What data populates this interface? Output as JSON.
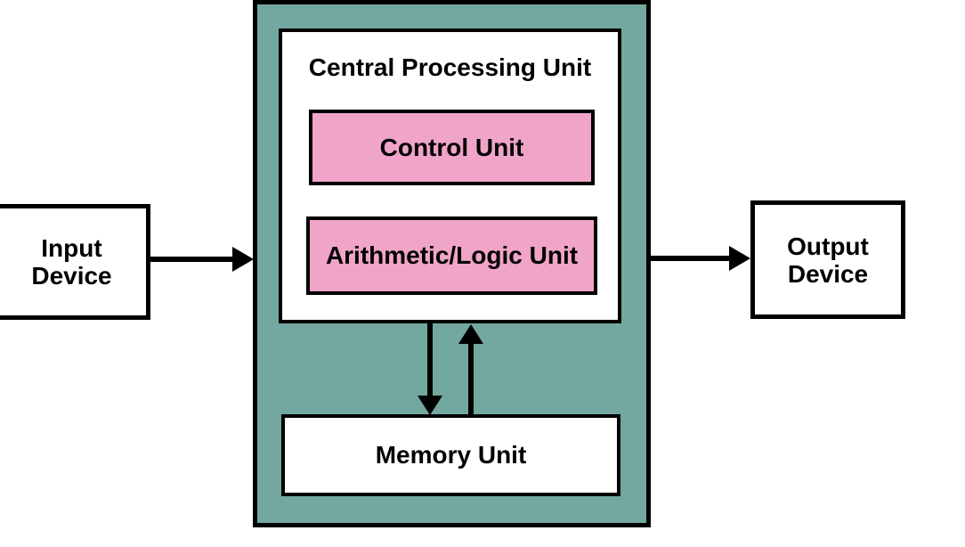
{
  "diagram": {
    "cpu": {
      "title": "Central Processing Unit",
      "control_unit_label": "Control Unit",
      "alu_label": "Arithmetic/Logic Unit",
      "memory_unit_label": "Memory Unit"
    },
    "input_device": {
      "label": "Input Device",
      "lines": [
        "Input",
        "Device"
      ]
    },
    "output_device": {
      "label": "Output Device",
      "lines": [
        "Output",
        "Device"
      ]
    },
    "edges": [
      {
        "from": "Input Device",
        "to": "Central Processing Unit",
        "direction": "right"
      },
      {
        "from": "Central Processing Unit",
        "to": "Output Device",
        "direction": "right"
      },
      {
        "from": "Central Processing Unit",
        "to": "Memory Unit",
        "direction": "down"
      },
      {
        "from": "Memory Unit",
        "to": "Central Processing Unit",
        "direction": "up"
      }
    ],
    "colors": {
      "cpu_fill": "#73A8A0",
      "unit_fill": "#F0A4C8",
      "device_fill": "#FFFFFF",
      "border": "#000000",
      "arrow": "#000000",
      "text": "#000000",
      "background": "#FFFFFF"
    }
  }
}
